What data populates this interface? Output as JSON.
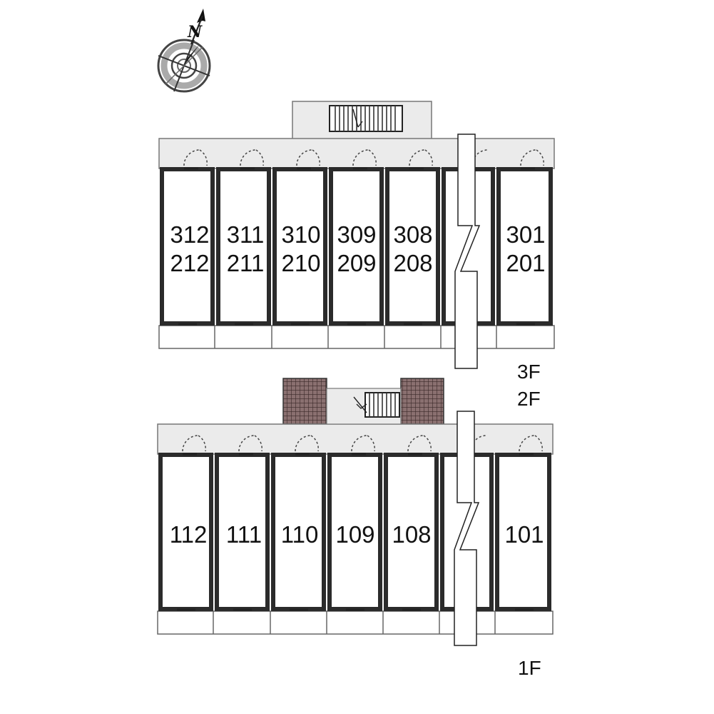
{
  "compass": {
    "label": "N",
    "icon": "compass-rose-icon"
  },
  "upper_block": {
    "floors": [
      "3F",
      "2F"
    ],
    "units": [
      {
        "top": "312",
        "bottom": "212"
      },
      {
        "top": "311",
        "bottom": "211"
      },
      {
        "top": "310",
        "bottom": "210"
      },
      {
        "top": "309",
        "bottom": "209"
      },
      {
        "top": "308",
        "bottom": "208"
      },
      {
        "top": "",
        "bottom": ""
      },
      {
        "top": "301",
        "bottom": "201"
      }
    ]
  },
  "lower_block": {
    "floors": [
      "1F"
    ],
    "units": [
      {
        "label": "112"
      },
      {
        "label": "111"
      },
      {
        "label": "110"
      },
      {
        "label": "109"
      },
      {
        "label": "108"
      },
      {
        "label": ""
      },
      {
        "label": "101"
      }
    ]
  },
  "colors": {
    "wall": "#2b2b2b",
    "corridor": "#ebebeb",
    "hatch": "#6a4f4f",
    "line": "#555555"
  }
}
